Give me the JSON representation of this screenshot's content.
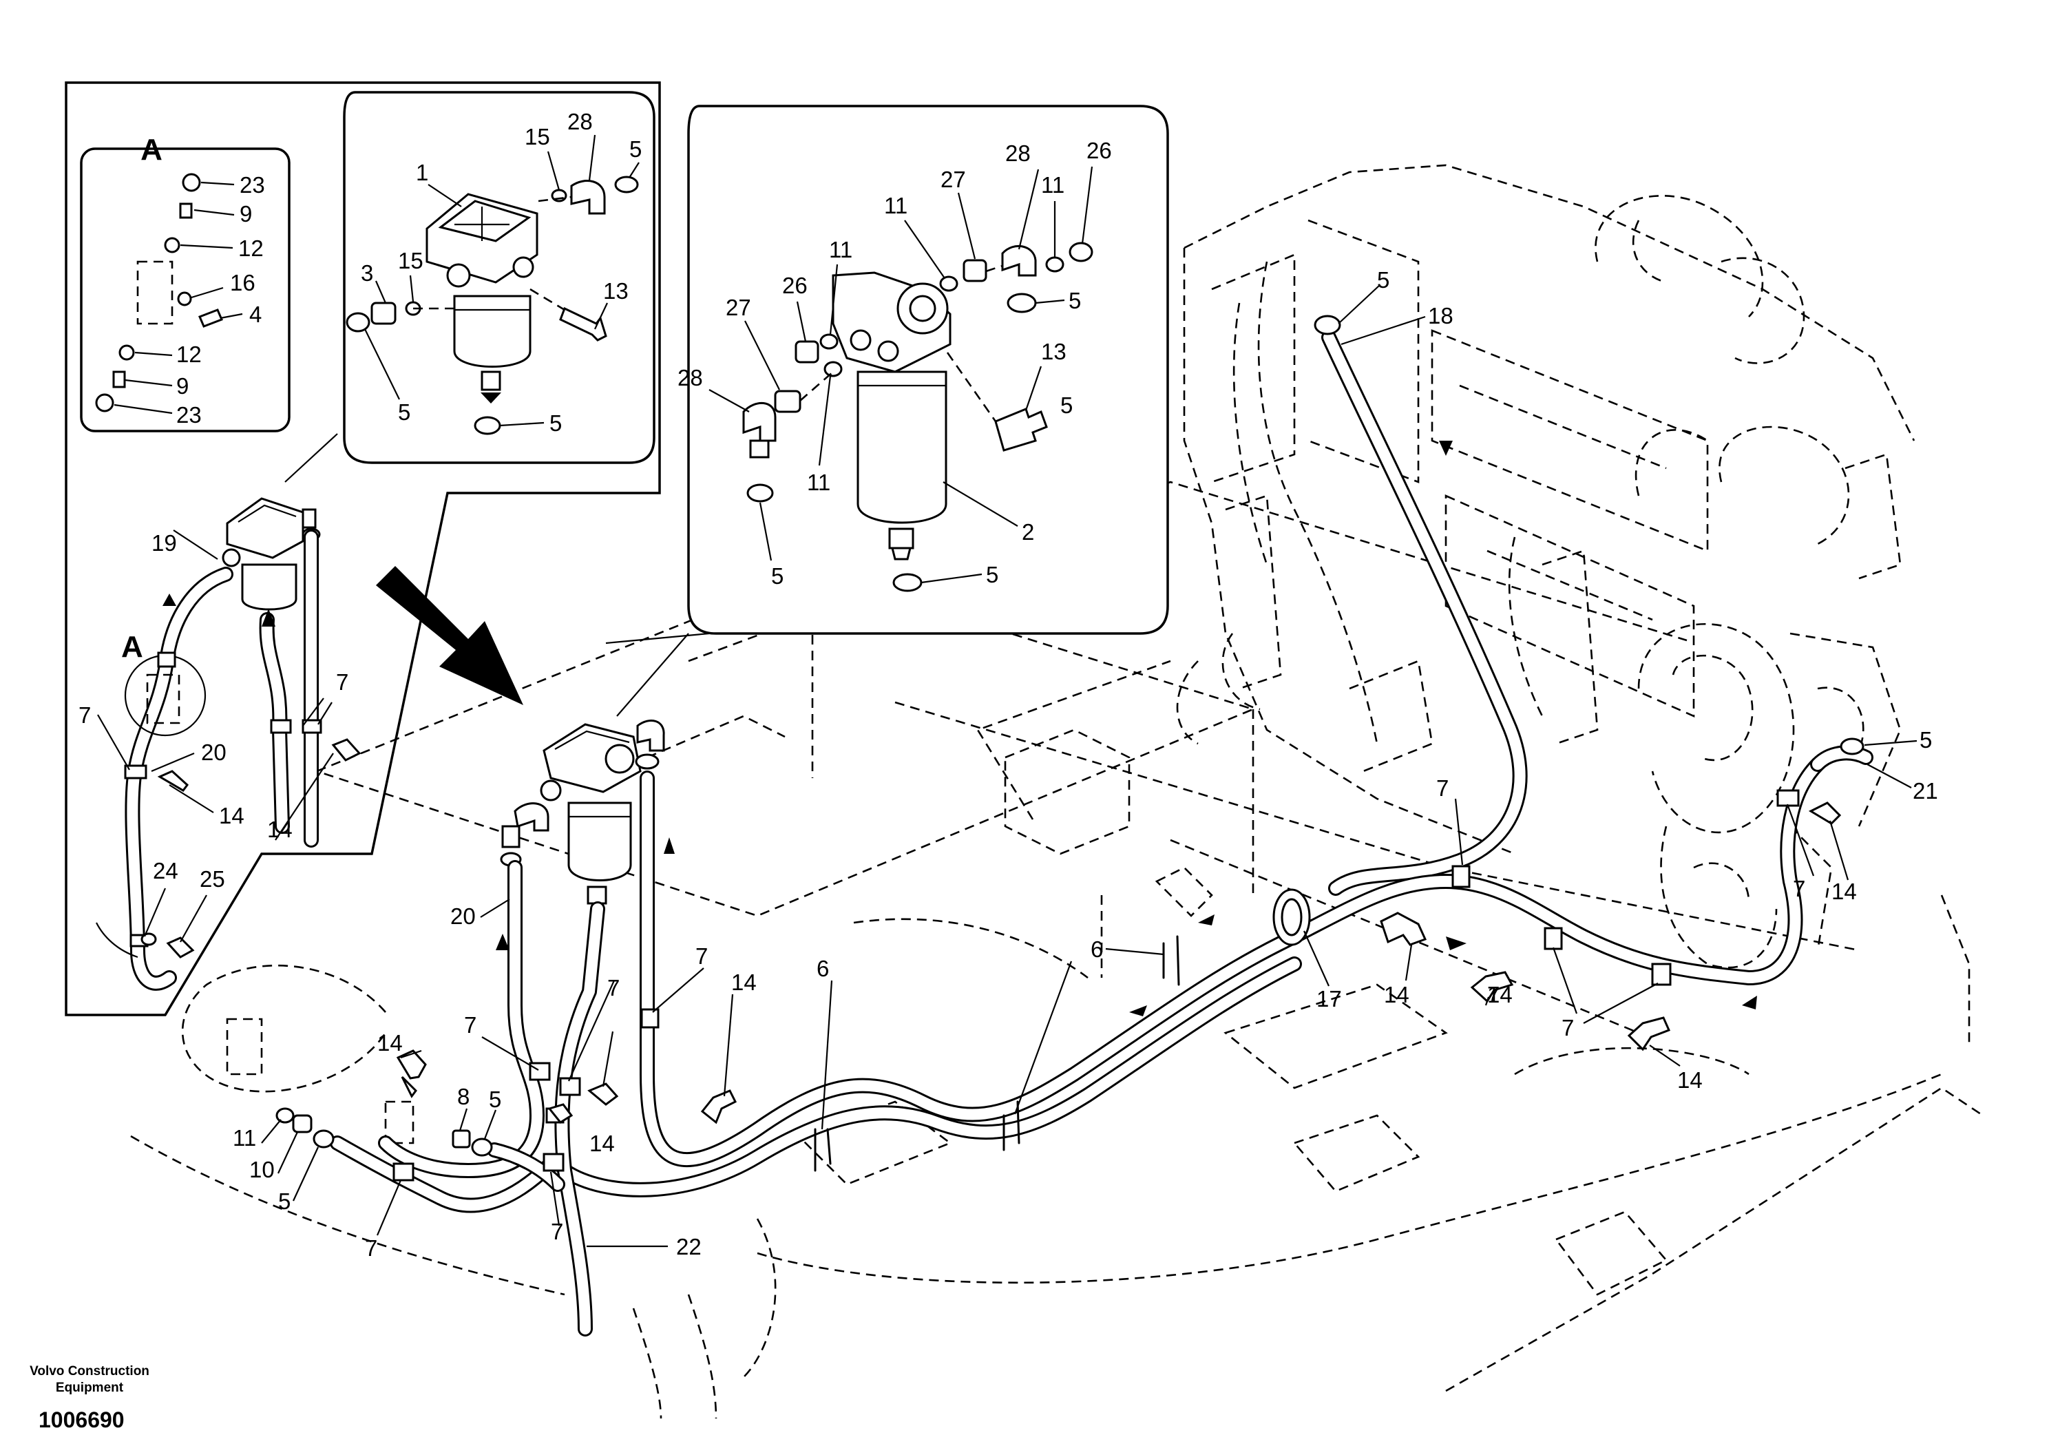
{
  "footer": {
    "manufacturer_line1": "Volvo Construction",
    "manufacturer_line2": "Equipment",
    "document_number": "1006690"
  },
  "detail_a": {
    "title": "A",
    "callouts": [
      "23",
      "9",
      "12",
      "16",
      "4",
      "12",
      "9",
      "23"
    ]
  },
  "detail_filter_small": {
    "callouts": [
      "28",
      "15",
      "5",
      "1",
      "15",
      "3",
      "13",
      "5",
      "5"
    ]
  },
  "detail_filter_large": {
    "callouts": [
      "28",
      "26",
      "27",
      "11",
      "11",
      "26",
      "27",
      "11",
      "13",
      "11",
      "28",
      "5",
      "5",
      "2",
      "5",
      "5"
    ]
  },
  "overview_left": {
    "callouts": [
      "19",
      "A",
      "7",
      "20",
      "14",
      "7",
      "14",
      "24",
      "25"
    ]
  },
  "main": {
    "callouts": [
      "5",
      "18",
      "5",
      "21",
      "7",
      "14",
      "7",
      "14",
      "14",
      "7",
      "7",
      "14",
      "17",
      "6",
      "6",
      "7",
      "20",
      "14",
      "7",
      "7",
      "14",
      "11",
      "10",
      "5",
      "8",
      "5",
      "14",
      "7",
      "7",
      "22"
    ]
  }
}
